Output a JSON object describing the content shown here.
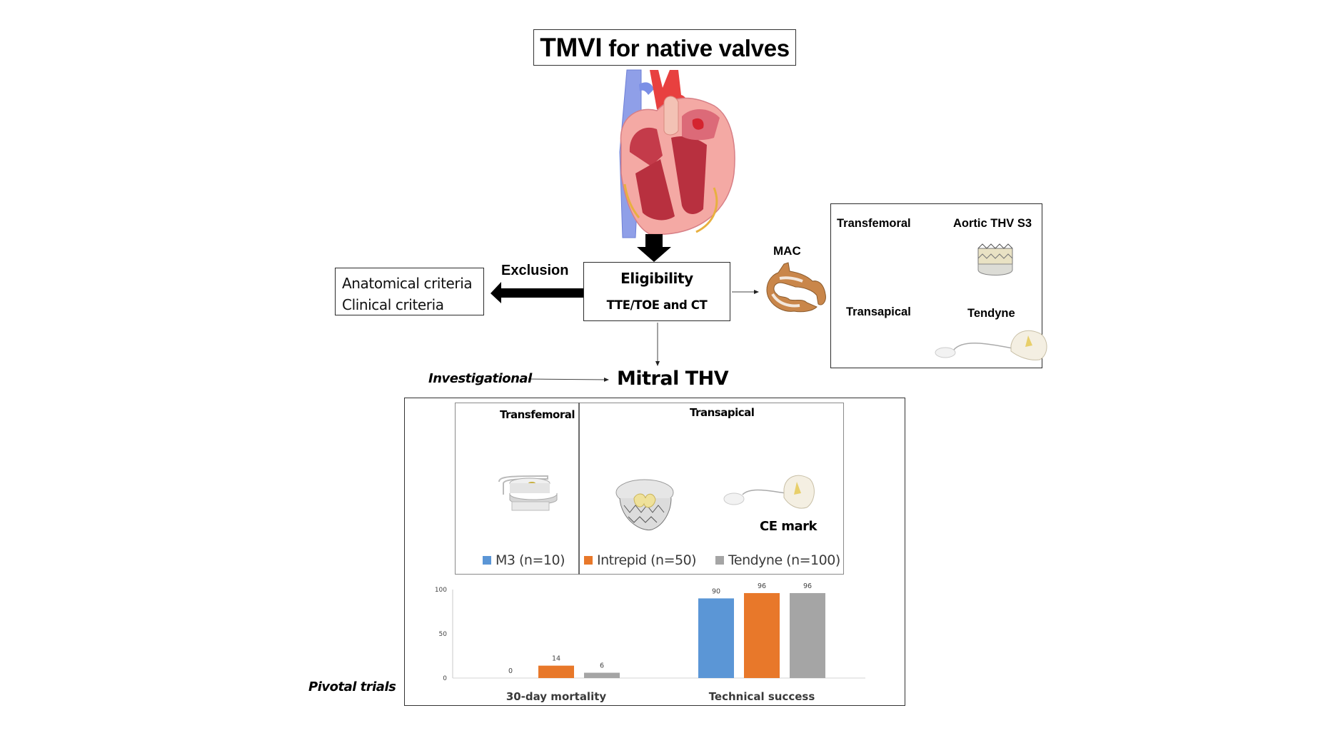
{
  "title": {
    "part1": "TMVI",
    "part2": " for native valves"
  },
  "exclusion": {
    "label": "Exclusion",
    "criteria": [
      "Anatomical criteria",
      "Clinical criteria"
    ]
  },
  "eligibility": {
    "title": "Eligibility",
    "subtitle": "TTE/TOE and CT"
  },
  "mac": {
    "label": "MAC",
    "routes": [
      {
        "route": "Transfemoral",
        "target": "Aortic THV S3"
      },
      {
        "route": "Transapical",
        "target": "Tendyne"
      }
    ]
  },
  "mitral": {
    "investigational_label": "Investigational",
    "title": "Mitral THV",
    "transfemoral_label": "Transfemoral",
    "transapical_label": "Transapical",
    "ce_mark_label": "CE mark",
    "pivotal_trials_label": "Pivotal trials"
  },
  "legend": [
    {
      "name": "M3 (n=10)",
      "color": "#5b96d6"
    },
    {
      "name": "Intrepid (n=50)",
      "color": "#e8782a"
    },
    {
      "name": "Tendyne (n=100)",
      "color": "#a5a5a5"
    }
  ],
  "chart_data": {
    "type": "bar",
    "title": "",
    "xlabel": "",
    "ylabel": "",
    "categories": [
      "30-day mortality",
      "Technical success"
    ],
    "series": [
      {
        "name": "M3 (n=10)",
        "color": "#5b96d6",
        "values": [
          0,
          90
        ]
      },
      {
        "name": "Intrepid (n=50)",
        "color": "#e8782a",
        "values": [
          14,
          96
        ]
      },
      {
        "name": "Tendyne (n=100)",
        "color": "#a5a5a5",
        "values": [
          6,
          96
        ]
      }
    ],
    "ylim": [
      0,
      100
    ],
    "yticks": [
      0,
      50,
      100
    ],
    "grid": false,
    "legend_position": "top"
  },
  "icons": {
    "heart": "heart-anatomy-illustration",
    "mac": "mitral-annular-calcification-image",
    "s3": "aortic-thv-s3-device",
    "tendyne": "tendyne-device",
    "m3": "m3-device",
    "intrepid": "intrepid-device"
  }
}
